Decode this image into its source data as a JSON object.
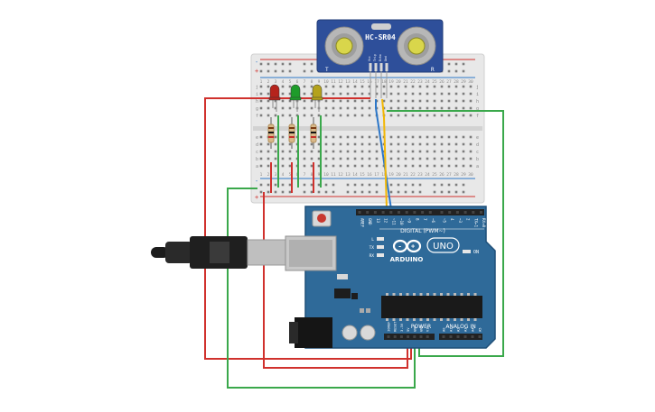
{
  "sensor": {
    "model": "HC-SR04",
    "left_mark": "T",
    "right_mark": "R",
    "pins": [
      "Vcc",
      "Trig",
      "Echo",
      "Gnd"
    ]
  },
  "breadboard": {
    "row_letters_top": [
      "j",
      "i",
      "h",
      "g",
      "f"
    ],
    "row_letters_bottom": [
      "e",
      "d",
      "c",
      "b",
      "a"
    ],
    "column_numbers": [
      "1",
      "2",
      "3",
      "4",
      "5",
      "6",
      "7",
      "8",
      "9",
      "10",
      "11",
      "12",
      "13",
      "14",
      "15",
      "16",
      "17",
      "18",
      "19",
      "20",
      "21",
      "22",
      "23",
      "24",
      "25",
      "26",
      "27",
      "28",
      "29",
      "30"
    ],
    "rail_plus": "+",
    "rail_minus": "-"
  },
  "leds": [
    {
      "name": "red-led",
      "color": "#b5231c"
    },
    {
      "name": "green-led",
      "color": "#1e9c2a"
    },
    {
      "name": "yellow-led",
      "color": "#b4a21c"
    }
  ],
  "arduino": {
    "logo": "ARDUINO",
    "model": "UNO",
    "digital_header": "DIGITAL (PWM~)",
    "power_header": "POWER",
    "analog_header": "ANALOG IN",
    "on_label": "ON",
    "led_labels": [
      "L",
      "TX",
      "RX"
    ],
    "digital_pins": [
      "AREF",
      "GND",
      "13",
      "12",
      "~11",
      "~10",
      "~9",
      "8",
      "7",
      "~6",
      "~5",
      "4",
      "~3",
      "2",
      "TX▸1",
      "RX◂0"
    ],
    "power_pins": [
      "IOREF",
      "RESET",
      "3.3V",
      "5V",
      "GND",
      "GND",
      "Vin"
    ],
    "analog_pins": [
      "A0",
      "A1",
      "A2",
      "A3",
      "A4",
      "A5"
    ]
  },
  "colors": {
    "board": "#2f6a99",
    "board_edge": "#1f4f78",
    "breadboard": "#e6e6e6",
    "wire_red": "#d0312d",
    "wire_green": "#3aa84b",
    "wire_blue": "#2d77c8",
    "wire_yellow": "#f2b705",
    "sensor_body": "#2e4f9a"
  }
}
